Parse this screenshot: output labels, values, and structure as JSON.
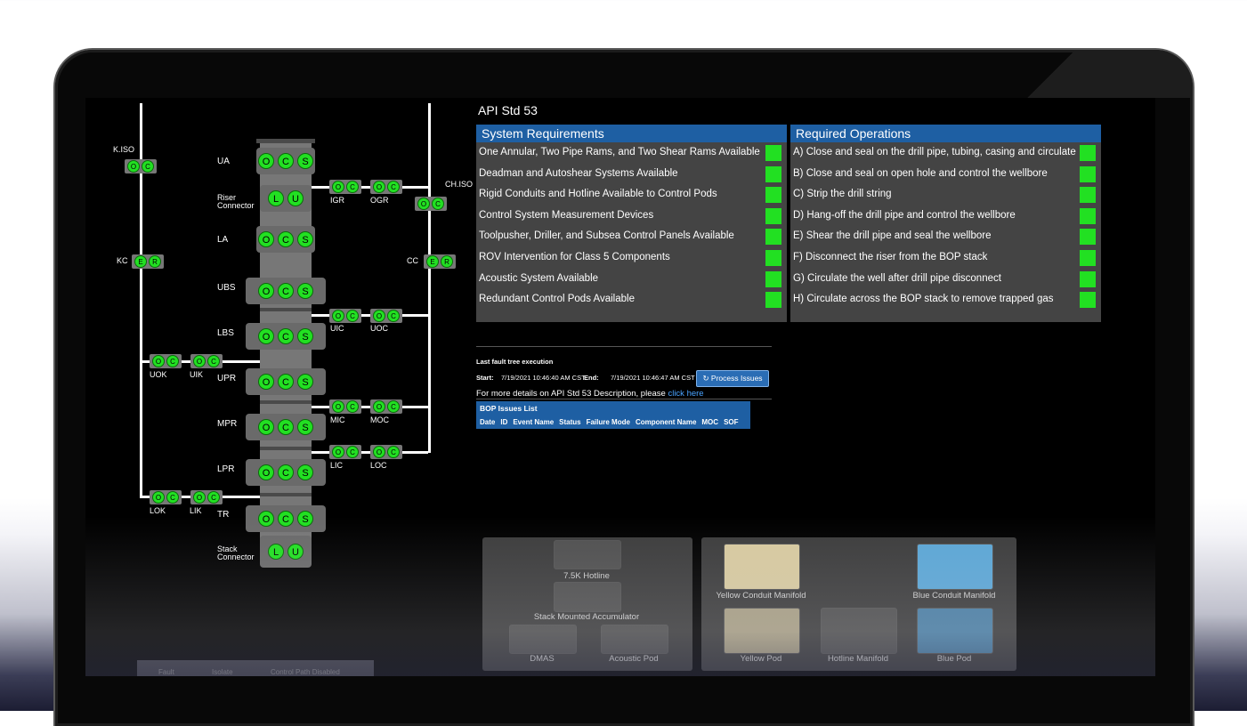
{
  "diagram": {
    "lines": {
      "k_iso": "K.ISO",
      "kc": "KC",
      "ch_iso": "CH.ISO",
      "cc": "CC"
    },
    "rams": {
      "ua": "UA",
      "riser_connector": "Riser Connector",
      "la": "LA",
      "ubs": "UBS",
      "lbs": "LBS",
      "upr": "UPR",
      "mpr": "MPR",
      "lpr": "LPR",
      "tr": "TR",
      "stack_connector": "Stack Connector"
    },
    "valves": {
      "igr": "IGR",
      "ogr": "OGR",
      "uic": "UIC",
      "uoc": "UOC",
      "uok": "UOK",
      "uik": "UIK",
      "mic": "MIC",
      "moc": "MOC",
      "lic": "LIC",
      "loc": "LOC",
      "lok": "LOK",
      "lik": "LIK"
    },
    "buttons": {
      "o": "O",
      "c": "C",
      "s": "S",
      "l": "L",
      "u": "U",
      "e": "E",
      "r": "R"
    },
    "status_color": "#22e022"
  },
  "api": {
    "title": "API Std 53"
  },
  "system_requirements": {
    "header": "System Requirements",
    "items": [
      "One Annular, Two Pipe Rams, and Two Shear Rams Available",
      "Deadman and Autoshear Systems Available",
      "Rigid Conduits and Hotline Available to Control Pods",
      "Control System Measurement Devices",
      "Toolpusher, Driller, and Subsea Control Panels Available",
      "ROV Intervention for Class 5 Components",
      "Acoustic System Available",
      "Redundant Control Pods Available"
    ]
  },
  "required_operations": {
    "header": "Required Operations",
    "items": [
      "A) Close and seal on the drill pipe, tubing, casing and circulate",
      "B) Close and seal on open hole and control the wellbore",
      "C) Strip the drill string",
      "D) Hang-off the drill pipe and control the wellbore",
      "E) Shear the drill pipe and seal the wellbore",
      "F) Disconnect the riser from the BOP stack",
      "G) Circulate the well after drill pipe disconnect",
      "H) Circulate across the BOP stack to remove trapped gas"
    ]
  },
  "fault_tree": {
    "title": "Last fault tree execution",
    "start_label": "Start:",
    "start_value": "7/19/2021 10:46:40 AM CST",
    "end_label": "End:",
    "end_value": "7/19/2021 10:46:47 AM CST",
    "process_button": "Process Issues",
    "more_text": "For more details on API Std 53 Description, please",
    "more_link": "click here"
  },
  "bop_issues": {
    "title": "BOP Issues List",
    "columns": [
      "Date",
      "ID",
      "Event Name",
      "Status",
      "Failure Mode",
      "Component Name",
      "MOC",
      "SOF"
    ]
  },
  "bottom_left": {
    "hotline": "7.5K Hotline",
    "accumulator": "Stack Mounted Accumulator",
    "dmas": "DMAS",
    "acoustic_pod": "Acoustic Pod"
  },
  "bottom_right": {
    "yellow_manifold": "Yellow Conduit Manifold",
    "blue_manifold": "Blue Conduit Manifold",
    "yellow_pod": "Yellow Pod",
    "hotline_manifold": "Hotline Manifold",
    "blue_pod": "Blue Pod"
  },
  "legend": {
    "fault": "Fault",
    "isolate": "Isolate",
    "control": "Control Path Disabled"
  }
}
